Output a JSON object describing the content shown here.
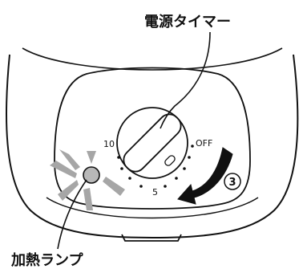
{
  "labels": {
    "timer": "電源タイマー",
    "lamp": "加熱ランプ"
  },
  "dial": {
    "mark_10": "10",
    "mark_off": "OFF",
    "mark_5": "5"
  },
  "step_number": "3",
  "colors": {
    "outline": "#111111",
    "lamp_fill": "#b8b8b8",
    "ray_fill": "#a6a6a6",
    "arrow_fill": "#111111"
  }
}
